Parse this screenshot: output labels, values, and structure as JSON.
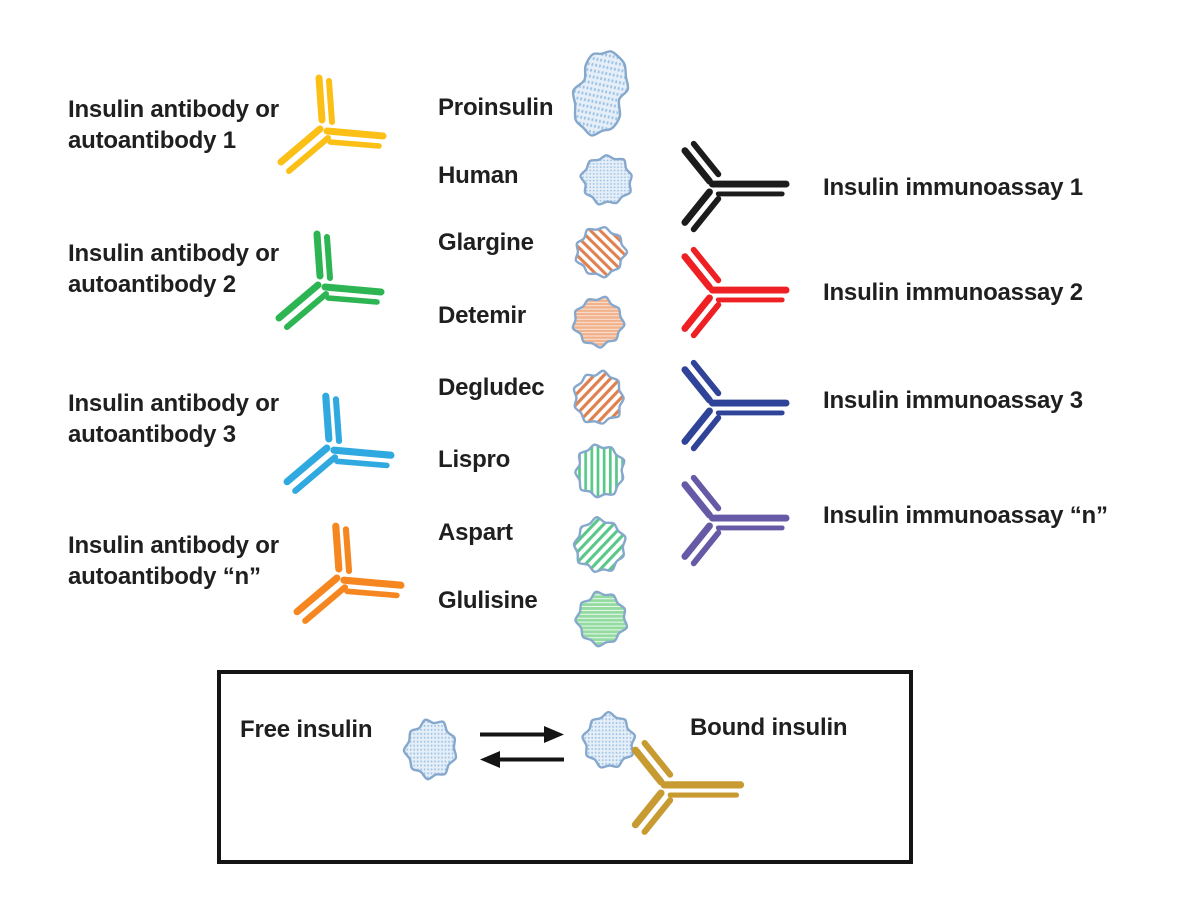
{
  "left_column": {
    "items": [
      {
        "line1": "Insulin antibody or",
        "line2": "autoantibody 1",
        "color": "#FBBF16"
      },
      {
        "line1": "Insulin antibody or",
        "line2": "autoantibody 2",
        "color": "#2DB553"
      },
      {
        "line1": "Insulin antibody or",
        "line2": "autoantibody 3",
        "color": "#30A9E0"
      },
      {
        "line1": "Insulin antibody or",
        "line2": "autoantibody “n”",
        "color": "#F6861F"
      }
    ]
  },
  "middle_column": {
    "items": [
      {
        "label": "Proinsulin",
        "texture": "dotted",
        "color": "#9FC4E6"
      },
      {
        "label": "Human",
        "texture": "dotted",
        "color": "#9FC4E6"
      },
      {
        "label": "Glargine",
        "texture": "diagonal-stripes-down",
        "color": "#E0804F"
      },
      {
        "label": "Detemir",
        "texture": "fine-horizontal-stripes",
        "color": "#F1B18A"
      },
      {
        "label": "Degludec",
        "texture": "diagonal-stripes-up",
        "color": "#E0804F"
      },
      {
        "label": "Lispro",
        "texture": "vertical-stripes",
        "color": "#57C887"
      },
      {
        "label": "Aspart",
        "texture": "diagonal-stripes-up",
        "color": "#57C887"
      },
      {
        "label": "Glulisine",
        "texture": "fine-horizontal-stripes",
        "color": "#93DBA0"
      }
    ]
  },
  "right_column": {
    "items": [
      {
        "label": "Insulin immunoassay 1",
        "color": "#1C1C1C"
      },
      {
        "label": "Insulin immunoassay 2",
        "color": "#EE2024"
      },
      {
        "label": "Insulin immunoassay 3",
        "color": "#2F4399"
      },
      {
        "label": "Insulin immunoassay “n”",
        "color": "#6659A6"
      }
    ]
  },
  "equilibrium_box": {
    "free_label": "Free insulin",
    "bound_label": "Bound insulin",
    "antibody_color": "#C79B31",
    "arrow_color": "#141414"
  },
  "palette": {
    "text_color": "#1f1f1f",
    "blob_outline": "#86A8CC",
    "blob_blue_fill": "#E6EFF8",
    "blob_blue_dot": "#9FC4E6",
    "orange_stripe": "#E0804F",
    "peach_fill": "#F1B18A",
    "stripe_gap": "#FFFFFF",
    "green_stripe": "#57C887",
    "green_fill": "#93DBA0"
  }
}
